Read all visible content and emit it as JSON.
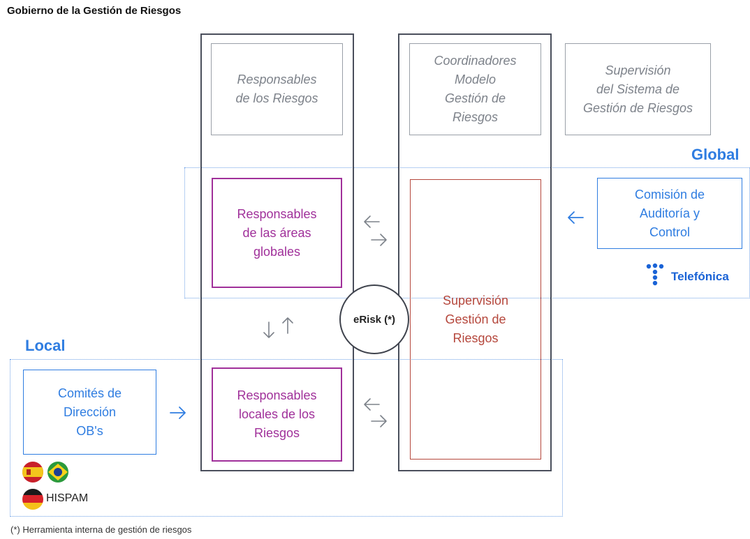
{
  "title": "Gobierno de la Gestión de Riesgos",
  "boxes": {
    "responsables_riesgos": "Responsables\nde los Riesgos",
    "coordinadores": "Coordinadores\nModelo\nGestión de\nRiesgos",
    "supervision_sistema": "Supervisión\ndel Sistema de\nGestión de Riesgos",
    "areas_globales": "Responsables\nde las áreas\nglobales",
    "supervision_gestion": "Supervisión\nGestión de\nRiesgos",
    "comision": "Comisión de\nAuditoría y\nControl",
    "responsables_locales": "Responsables\nlocales de los\nRiesgos",
    "comites": "Comités de\nDirección\nOB's"
  },
  "labels": {
    "global": "Global",
    "local": "Local",
    "erisk": "eRisk (*)",
    "telefonica": "Telefónica",
    "hispam": "HISPAM"
  },
  "footnote": "(*) Herramienta interna de gestión de riesgos",
  "colors": {
    "purple": "#a0309a",
    "red": "#b5473c",
    "blue": "#2f7de1",
    "gray": "#7d828a",
    "dark": "#4a4f5c"
  },
  "icons": {
    "flag_1": "spain-flag-icon",
    "flag_2": "brazil-flag-icon",
    "flag_3": "germany-flag-icon",
    "logo": "telefonica-logo"
  }
}
